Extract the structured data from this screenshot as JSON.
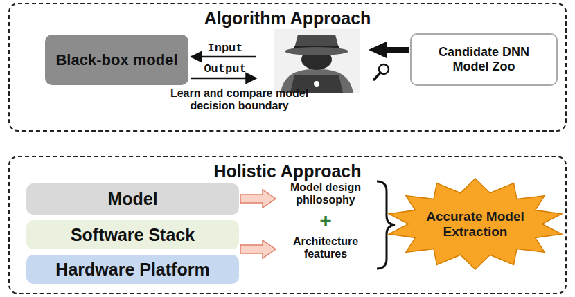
{
  "diagram": {
    "nodes": [
      {
        "text": [
          "Algorithm Approach"
        ]
      },
      {
        "text": [
          "Black-box model"
        ],
        "in": 0
      },
      {
        "text": [
          "Candidate DNN Model Zoo"
        ],
        "in": 0
      },
      {
        "text": [
          "Holistic Approach"
        ]
      },
      {
        "text": [
          "Model"
        ],
        "in": 3
      },
      {
        "text": [
          "Software Stack"
        ],
        "in": 3
      },
      {
        "text": [
          "Hardware Platform"
        ],
        "in": 3
      },
      {
        "text": [
          "Accurate Model Extraction"
        ],
        "in": 3
      }
    ],
    "labels": [
      "Input",
      "Output",
      "Learn and compare model decision boundary",
      "Model design philosophy",
      "+",
      "Architecture features"
    ]
  }
}
